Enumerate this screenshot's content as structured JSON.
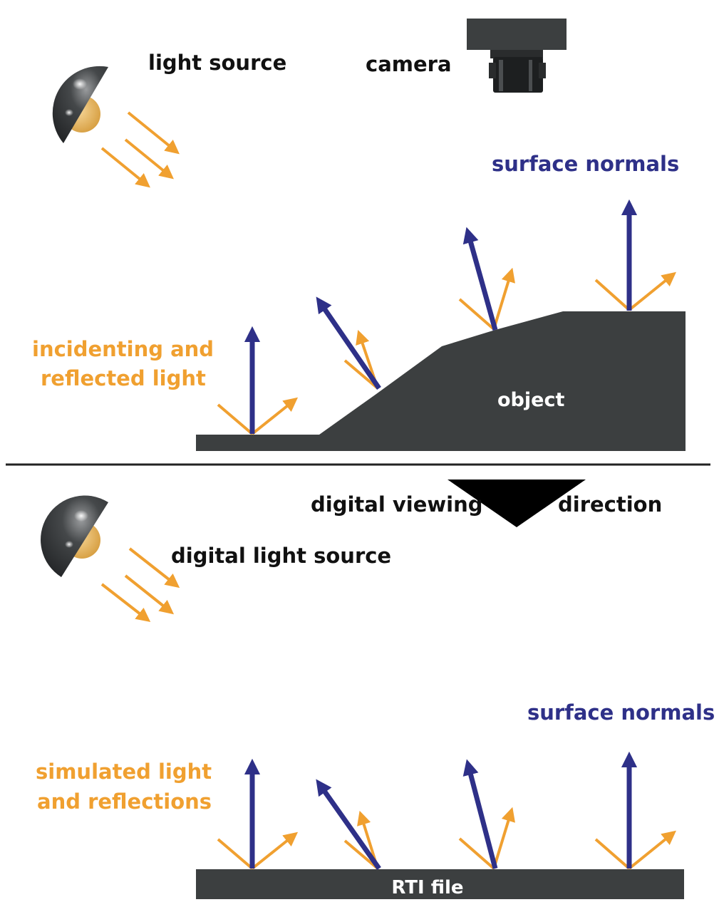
{
  "top": {
    "light_source_label": "light source",
    "camera_label": "camera",
    "surface_normals_label": "surface normals",
    "incident_light_label_line1": "incidenting and",
    "incident_light_label_line2": "reflected light",
    "object_label": "object"
  },
  "bottom": {
    "viewing_label_left": "digital viewing",
    "viewing_label_right": "direction",
    "digital_light_label": "digital light source",
    "surface_normals_label": "surface normals",
    "simulated_label_line1": "simulated light",
    "simulated_label_line2": "and reflections",
    "rti_file_label": "RTI file"
  },
  "colors": {
    "normal_arrow": "#2e3088",
    "light_arrow": "#f0a030",
    "object_fill": "#3c3f40",
    "label_dark": "#111111",
    "label_blue": "#2e3088",
    "label_orange": "#f0a030",
    "label_light": "#ffffff"
  }
}
